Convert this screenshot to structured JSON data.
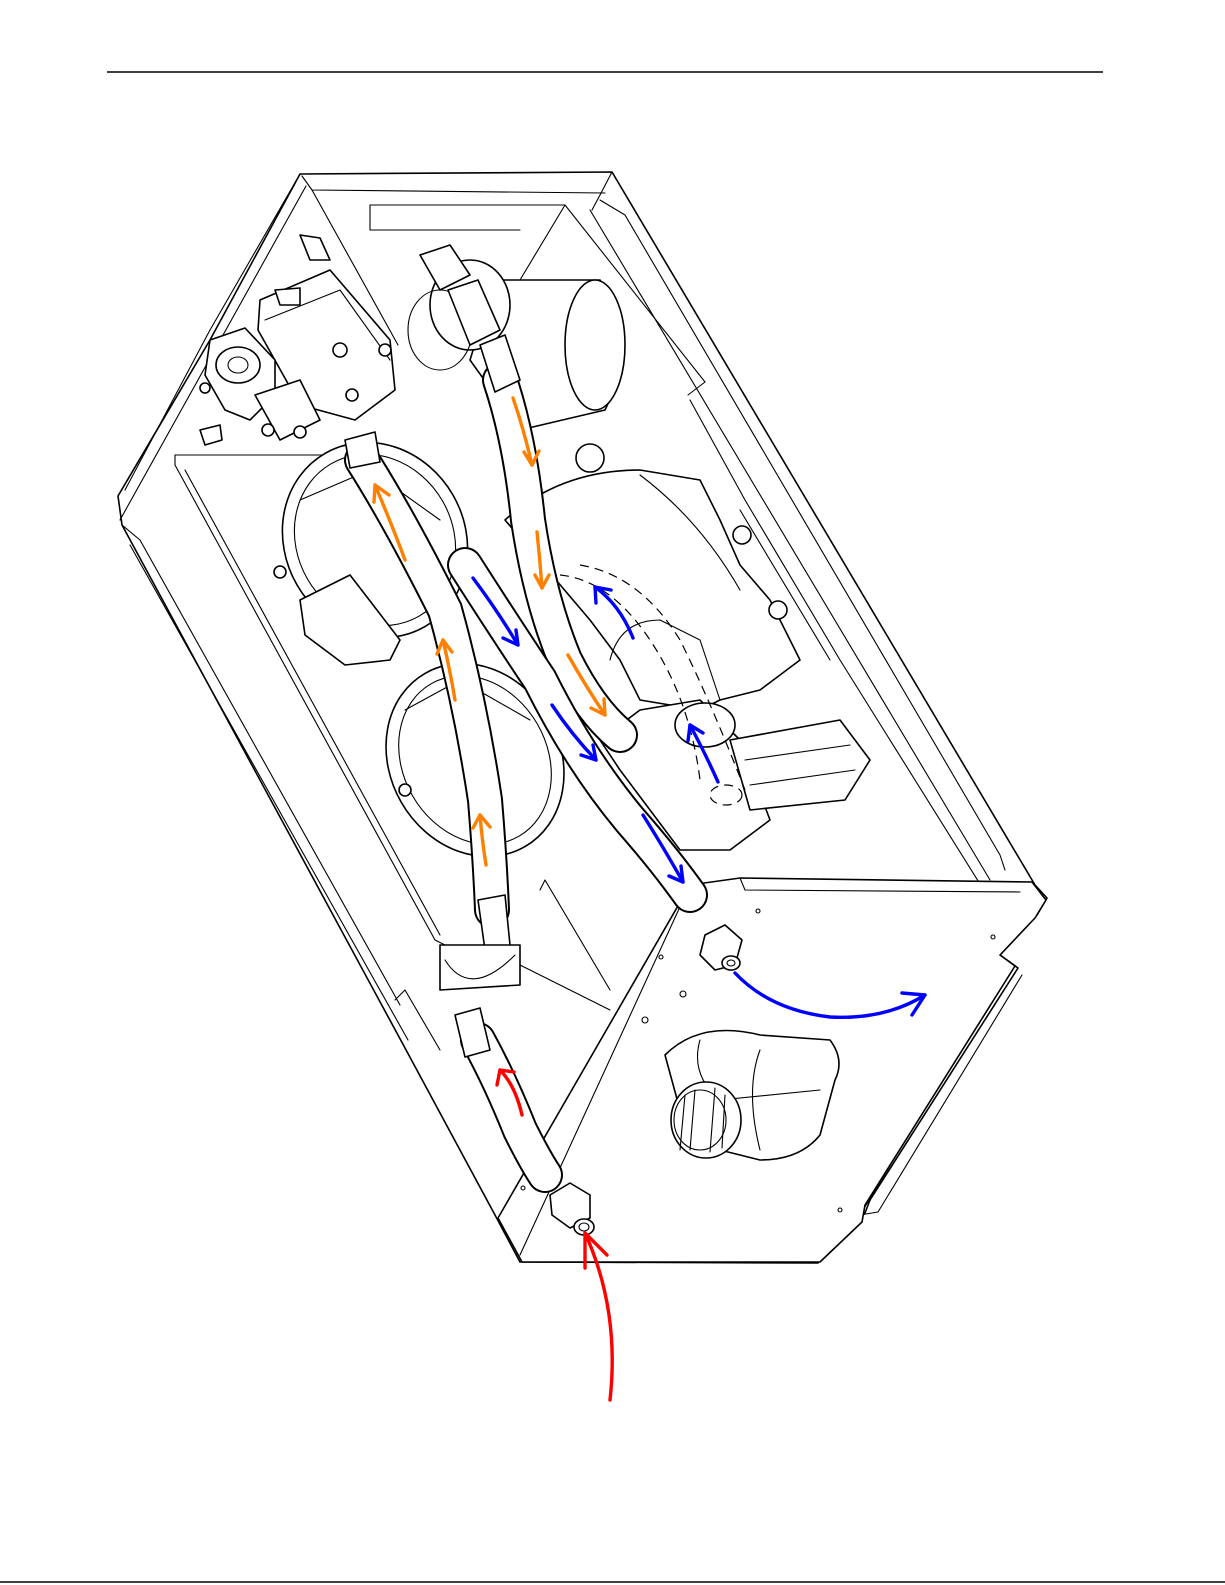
{
  "figure": {
    "colors": {
      "line": "#000000",
      "background": "#ffffff",
      "inlet_flow": "#ff0000",
      "internal_flow": "#ff8000",
      "outlet_flow": "#0000ff"
    },
    "flow_arrows": [
      {
        "name": "inlet-arrow-external",
        "color": "#ff0000"
      },
      {
        "name": "inlet-arrow-hose",
        "color": "#ff0000"
      },
      {
        "name": "internal-arrow-1",
        "color": "#ff8000"
      },
      {
        "name": "internal-arrow-2",
        "color": "#ff8000"
      },
      {
        "name": "internal-arrow-3",
        "color": "#ff8000"
      },
      {
        "name": "internal-arrow-4",
        "color": "#ff8000"
      },
      {
        "name": "internal-arrow-5",
        "color": "#ff8000"
      },
      {
        "name": "internal-arrow-6",
        "color": "#ff8000"
      },
      {
        "name": "internal-arrow-7",
        "color": "#ff8000"
      },
      {
        "name": "outlet-arrow-1",
        "color": "#0000ff"
      },
      {
        "name": "outlet-arrow-2",
        "color": "#0000ff"
      },
      {
        "name": "outlet-arrow-3",
        "color": "#0000ff"
      },
      {
        "name": "outlet-arrow-4",
        "color": "#0000ff"
      },
      {
        "name": "outlet-arrow-5",
        "color": "#0000ff"
      },
      {
        "name": "outlet-arrow-6",
        "color": "#0000ff"
      },
      {
        "name": "outlet-arrow-external",
        "color": "#0000ff"
      }
    ]
  }
}
